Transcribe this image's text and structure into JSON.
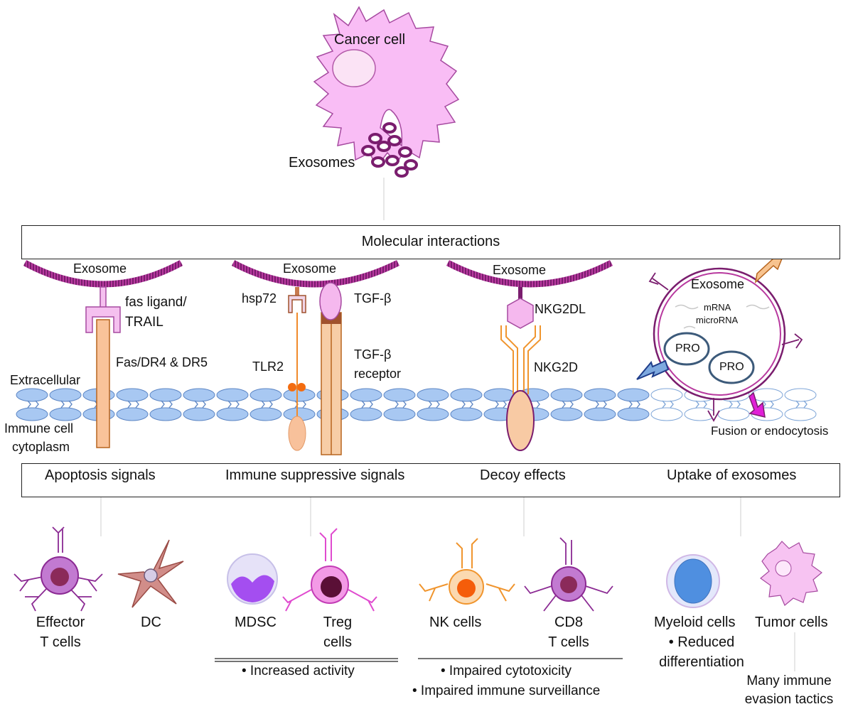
{
  "top": {
    "cancer_cell": "Cancer cell",
    "exosomes": "Exosomes"
  },
  "main_box": {
    "title": "Molecular interactions"
  },
  "panels": {
    "apoptosis": {
      "exosome": "Exosome",
      "ligand_line1": "fas ligand/",
      "ligand_line2": "TRAIL",
      "receptor": "Fas/DR4 & DR5",
      "extracellular": "Extracellular",
      "cytoplasm_line1": "Immune cell",
      "cytoplasm_line2": "cytoplasm"
    },
    "suppressive": {
      "exosome": "Exosome",
      "hsp72": "hsp72",
      "tgfb": "TGF-β",
      "tlr2": "TLR2",
      "tgfb_receptor_line1": "TGF-β",
      "tgfb_receptor_line2": "receptor"
    },
    "decoy": {
      "exosome": "Exosome",
      "nkg2dl": "NKG2DL",
      "nkg2d": "NKG2D"
    },
    "uptake": {
      "exosome": "Exosome",
      "mrna": "mRNA",
      "microrna": "microRNA",
      "pro1": "PRO",
      "pro2": "PRO",
      "fusion": "Fusion or endocytosis"
    }
  },
  "categories": [
    "Apoptosis signals",
    "Immune suppressive signals",
    "Decoy effects",
    "Uptake of exosomes"
  ],
  "cells": {
    "effector_line1": "Effector",
    "effector_line2": "T cells",
    "dc": "DC",
    "mdsc": "MDSC",
    "treg_line1": "Treg",
    "treg_line2": "cells",
    "nk": "NK cells",
    "cd8_line1": "CD8",
    "cd8_line2": "T cells",
    "myeloid": "Myeloid cells",
    "reduced_line1": "• Reduced",
    "reduced_line2": "differentiation",
    "tumor": "Tumor cells",
    "many_line1": "Many immune",
    "many_line2": "evasion tactics"
  },
  "effects": {
    "increased": "• Increased activity",
    "cytotoxicity": "• Impaired cytotoxicity",
    "surveillance": "• Impaired immune surveillance"
  }
}
